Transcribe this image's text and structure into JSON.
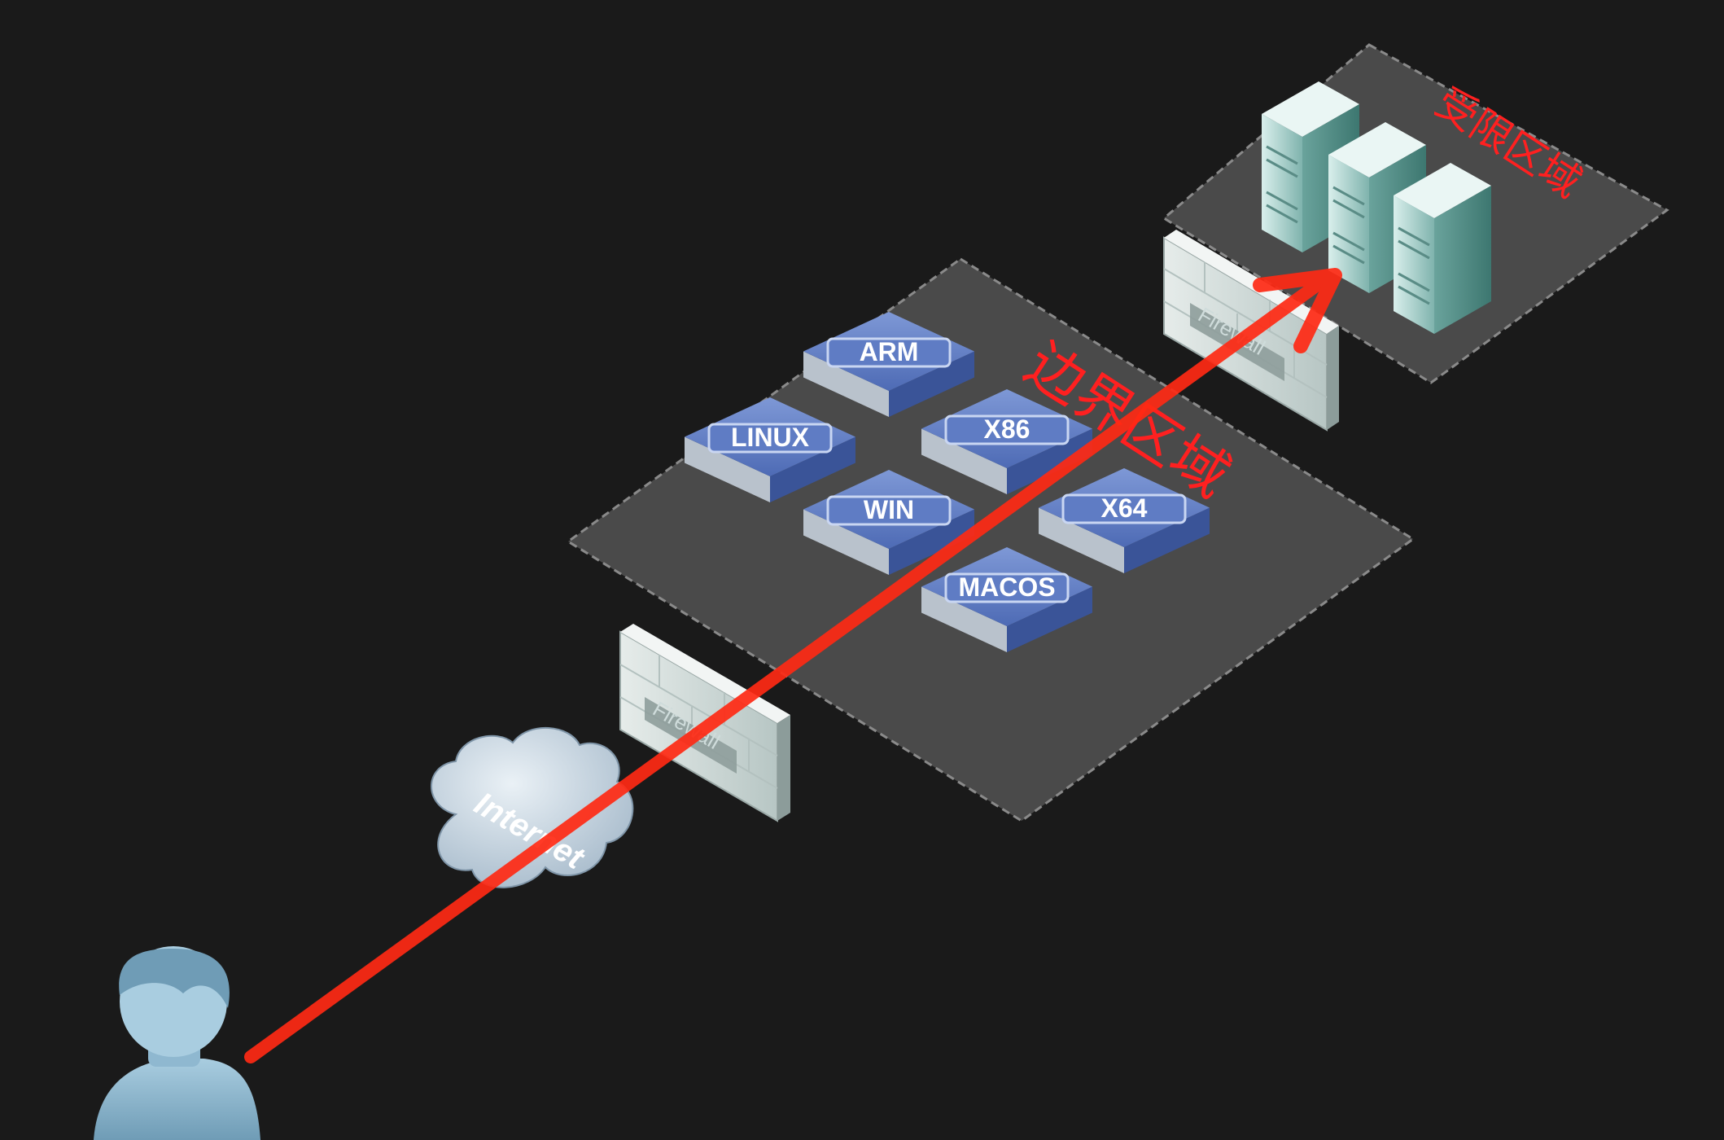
{
  "zones": {
    "boundary": {
      "label": "边界区域"
    },
    "restricted": {
      "label": "受限区域"
    }
  },
  "devices": [
    {
      "id": "arm",
      "label": "ARM"
    },
    {
      "id": "linux",
      "label": "LINUX"
    },
    {
      "id": "x86",
      "label": "X86"
    },
    {
      "id": "win",
      "label": "WIN"
    },
    {
      "id": "x64",
      "label": "X64"
    },
    {
      "id": "macos",
      "label": "MACOS"
    }
  ],
  "cloud": {
    "label": "Internet"
  },
  "firewalls": [
    {
      "id": "outer",
      "label": "Firewall"
    },
    {
      "id": "inner",
      "label": "Firewall"
    }
  ],
  "colors": {
    "background": "#1a1a1a",
    "zone_fill": "#4a4a4a",
    "zone_border": "#8a8a8a",
    "attack_path": "#ff2a14",
    "zone_label": "#ff2020",
    "device_top": "#5a78c0",
    "device_side": "#3a5498",
    "server": "#8fc7c0",
    "person": "#8fb8d0"
  }
}
